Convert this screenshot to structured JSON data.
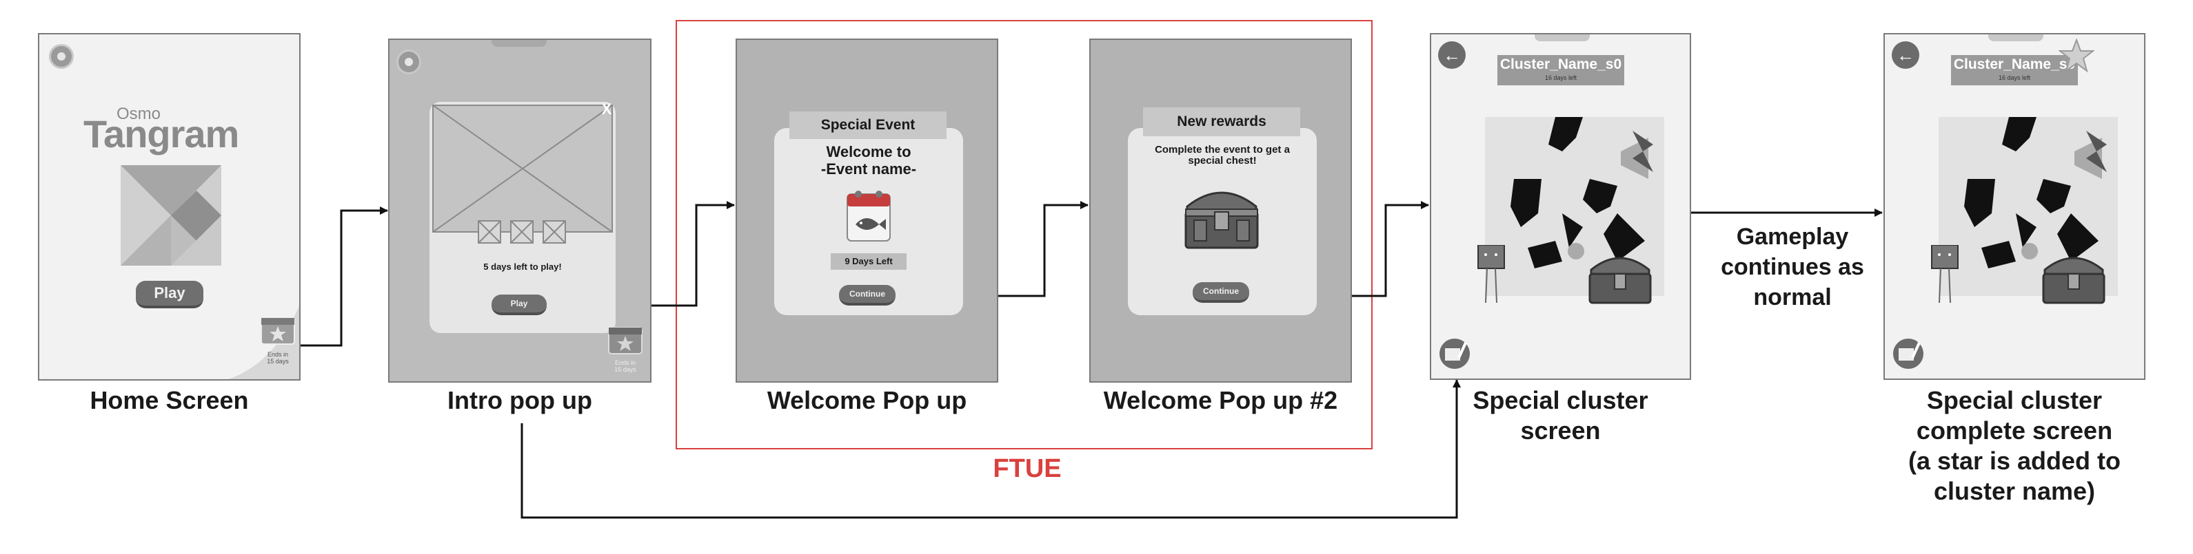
{
  "screens": {
    "home": {
      "caption": "Home Screen",
      "logo_small": "Osmo",
      "logo_big": "Tangram",
      "play_label": "Play",
      "calendar_text": "Ends in\n15 days"
    },
    "intro": {
      "caption": "Intro pop up",
      "close": "X",
      "days_text": "5 days left to play!",
      "play_label": "Play",
      "calendar_text": "Ends in\n15 days"
    },
    "welcome": {
      "caption": "Welcome Pop up",
      "header": "Special Event",
      "title": "Welcome to\n-Event name-",
      "days_left": "9 Days Left",
      "continue_label": "Continue"
    },
    "welcome2": {
      "caption": "Welcome Pop up #2",
      "header": "New rewards",
      "text": "Complete the event to get a\nspecial chest!",
      "continue_label": "Continue"
    },
    "cluster": {
      "caption": "Special cluster\nscreen",
      "name": "Cluster_Name_s0",
      "days_left": "16 days left"
    },
    "complete": {
      "caption": "Special cluster\ncomplete screen\n(a star is added to\ncluster name)",
      "name": "Cluster_Name_s0",
      "days_left": "16 days left"
    }
  },
  "ftue_label": "FTUE",
  "gameplay_note": "Gameplay\ncontinues as\nnormal",
  "colors": {
    "ftue": "#d9413d",
    "line": "#111111",
    "panel": "#c2c2c2",
    "screen_bg": "#f2f2f2"
  }
}
